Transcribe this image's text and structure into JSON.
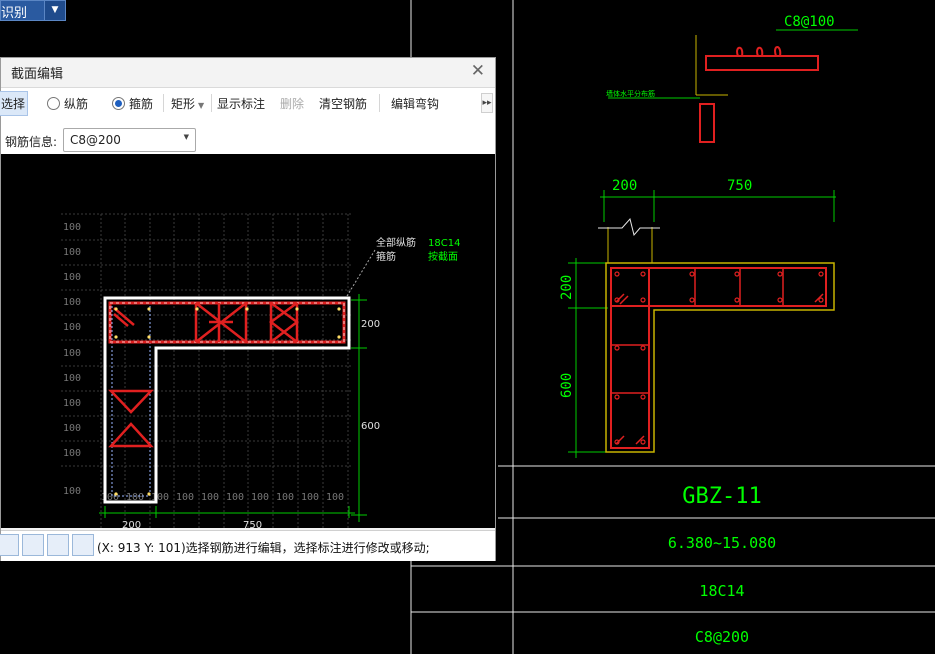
{
  "background_drawing": {
    "top_label": "C8@100",
    "note_label": "墙体水平分布筋",
    "dim_top_left": "200",
    "dim_top_right": "750",
    "dim_left_top": "200",
    "dim_left_bottom": "600",
    "table": {
      "name": "GBZ-11",
      "elevation": "6.380~15.080",
      "longitudinal": "18C14",
      "stirrup": "C8@200"
    }
  },
  "top_toolbar": {
    "label": "识别"
  },
  "dialog": {
    "title": "截面编辑",
    "toolbar": {
      "select": "选择",
      "longitudinal": "纵筋",
      "stirrup": "箍筋",
      "shape": "矩形",
      "show_labels": "显示标注",
      "delete": "删除",
      "clear_rebar": "清空钢筋",
      "edit_hook": "编辑弯钩"
    },
    "rebar_info_label": "钢筋信息:",
    "rebar_info_value": "C8@200",
    "canvas": {
      "annotation_line1": "全部纵筋",
      "annotation_line2": "箍筋",
      "annotation_value1": "18C14",
      "annotation_value2": "按截面",
      "dim_bottom_left": "200",
      "dim_bottom_right": "750",
      "dim_right_top": "200",
      "dim_right_bottom": "600",
      "grid_label": "100"
    },
    "status_text": "(X: 913 Y: 101)选择钢筋进行编辑，选择标注进行修改或移动;"
  }
}
